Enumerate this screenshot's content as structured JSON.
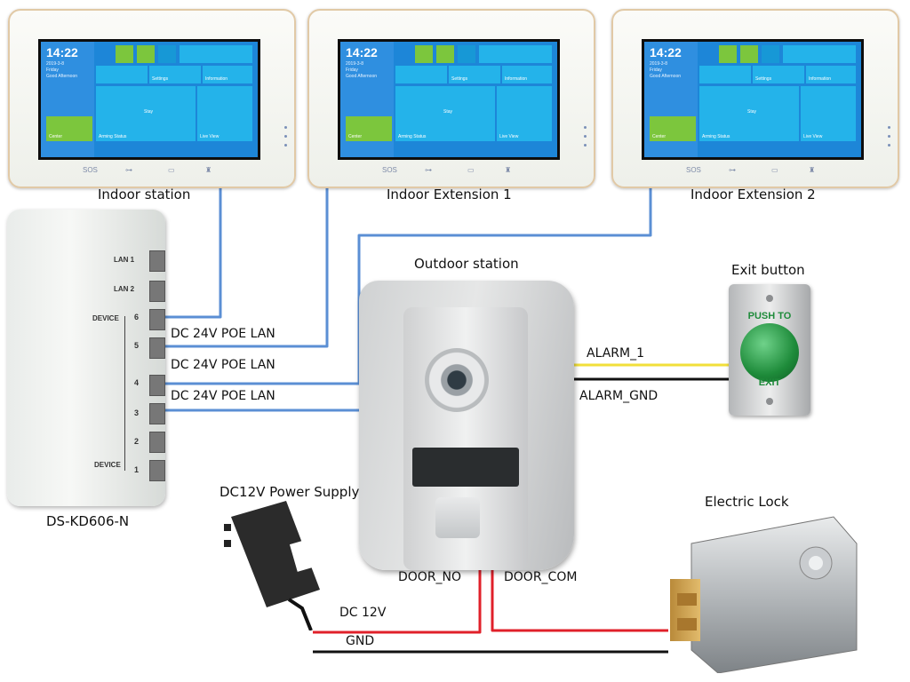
{
  "labels": {
    "indoor_station": "Indoor station",
    "indoor_ext1": "Indoor Extension 1",
    "indoor_ext2": "Indoor Extension 2",
    "outdoor_station": "Outdoor station",
    "exit_button": "Exit button",
    "switch_model": "DS-KD606-N",
    "power_supply": "DC12V Power Supply",
    "electric_lock": "Electric Lock"
  },
  "wire_labels": {
    "poe_1": "DC 24V POE LAN",
    "poe_2": "DC 24V POE LAN",
    "poe_3": "DC 24V POE LAN",
    "alarm_1": "ALARM_1",
    "alarm_gnd": "ALARM_GND",
    "door_no": "DOOR_NO",
    "door_com": "DOOR_COM",
    "dc12v": "DC 12V",
    "gnd": "GND"
  },
  "switch_ports": {
    "lan1": "LAN 1",
    "lan2": "LAN 2",
    "device_top": "DEVICE",
    "device_bottom": "DEVICE",
    "p6": "6",
    "p5": "5",
    "p4": "4",
    "p3": "3",
    "p2": "2",
    "p1": "1"
  },
  "monitor_screen": {
    "time": "14:22",
    "date": "2019-3-8",
    "day": "Friday",
    "greeting": "Good Afternoon",
    "arming_status": "Arming Status",
    "stay": "Stay",
    "live_view": "Live View",
    "center": "Center",
    "settings": "Settings",
    "information": "Information",
    "bezel_sos": "SOS"
  },
  "exit_button_text": {
    "push_to": "PUSH TO",
    "exit": "EXIT"
  },
  "colors": {
    "lan_wire": "#5b8fd4",
    "alarm_wire": "#f2df3a",
    "gnd_wire": "#111111",
    "power_wire": "#e0202a"
  }
}
